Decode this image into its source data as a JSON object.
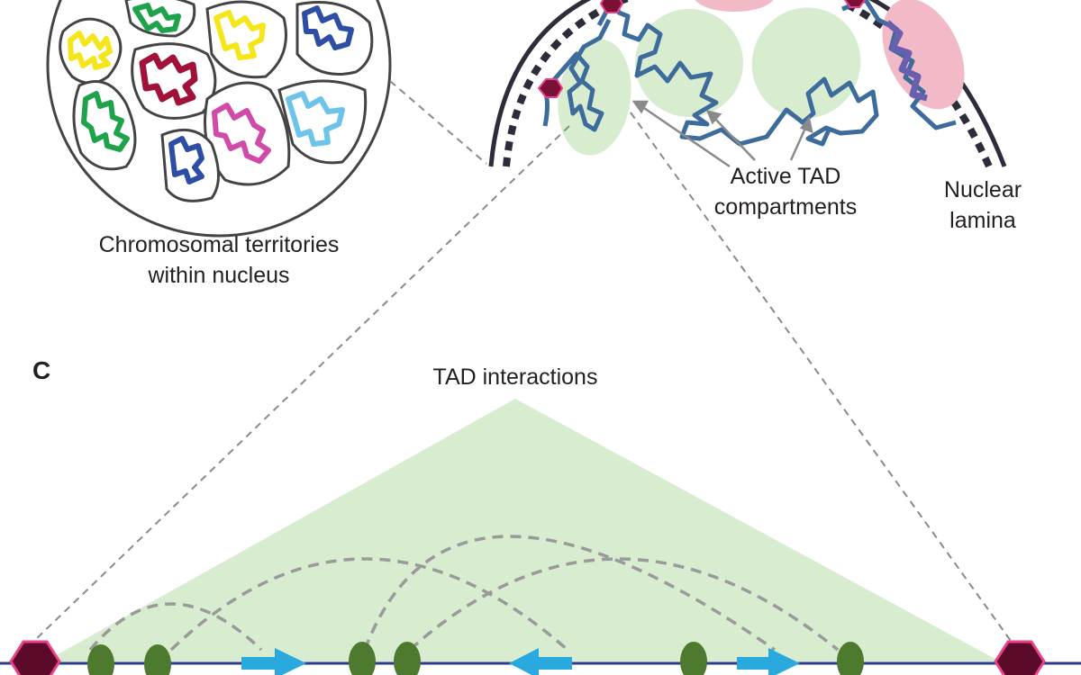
{
  "labels": {
    "territories_line1": "Chromosomal territories",
    "territories_line2": "within nucleus",
    "active_tad_line1": "Active TAD",
    "active_tad_line2": "compartments",
    "nuclear_lamina_line1": "Nuclear",
    "nuclear_lamina_line2": "lamina",
    "tad_interactions": "TAD interactions",
    "panel_c": "C"
  },
  "colors": {
    "territory_yellow": "#f4e61b",
    "territory_green": "#1ea34a",
    "territory_red": "#a1123a",
    "territory_blue": "#2e4ea6",
    "territory_magenta": "#d04aa8",
    "territory_lightblue": "#6ec3ea",
    "chromatin": "#3d6c9c",
    "active_compartment": "#d8ecd0",
    "lamina_domain": "#f2b9c6",
    "ctcf_site": "#7a1036",
    "enhancer_oval": "#4e7a2f",
    "arrow_cyan": "#2aa9df",
    "dna_line": "#2b3a8c",
    "dashed_loop": "#9a9a9a"
  }
}
